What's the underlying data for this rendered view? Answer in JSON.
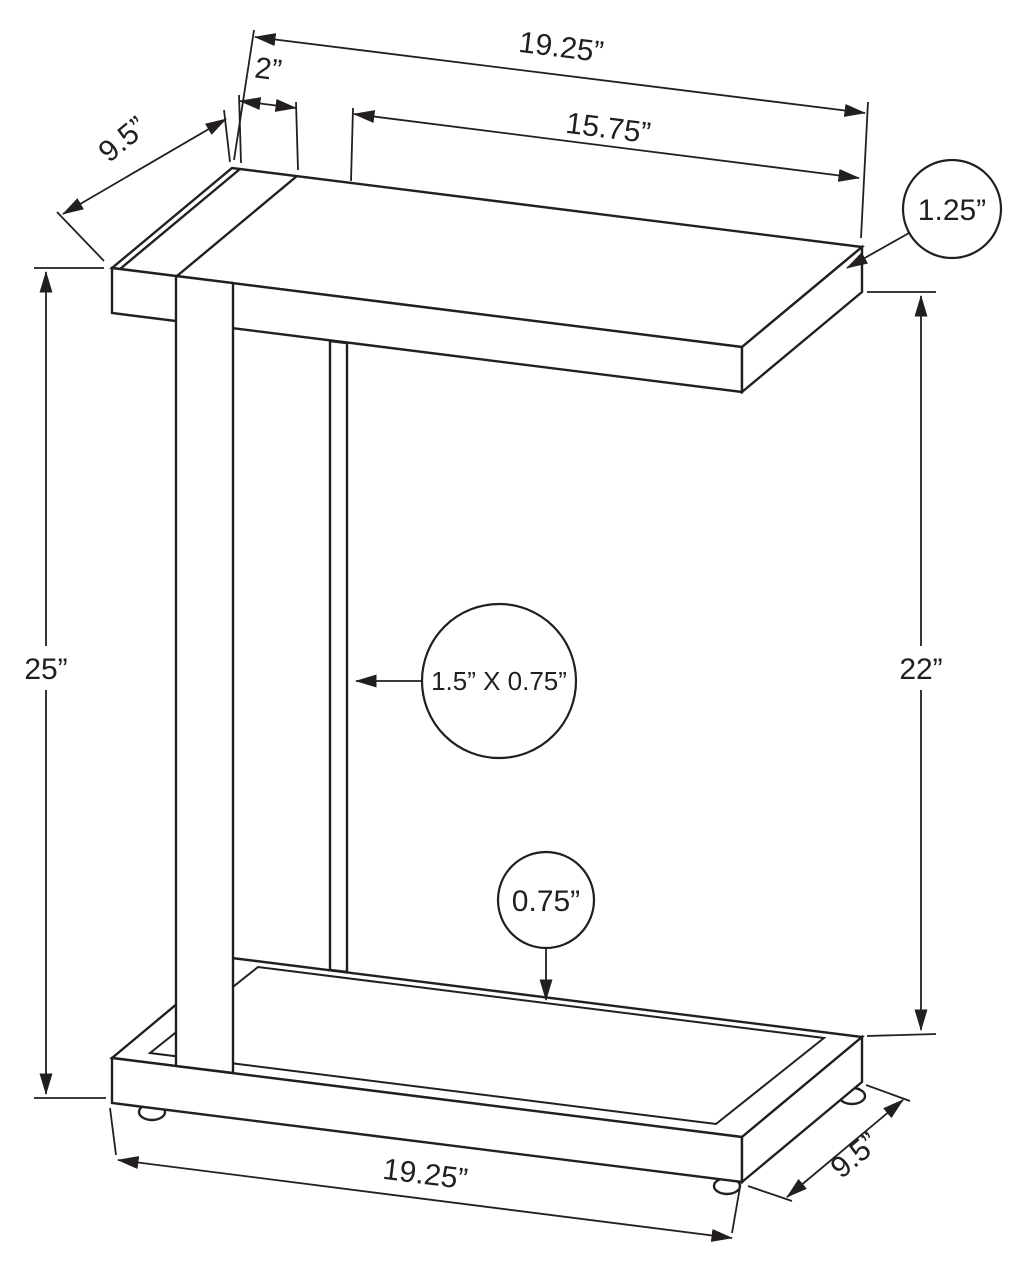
{
  "diagram": {
    "colors": {
      "line": "#231f20",
      "background": "#ffffff"
    },
    "labels": {
      "top_length": "19.25”",
      "top_offset": "2”",
      "top_clear_length": "15.75”",
      "top_depth": "9.5”",
      "top_thickness": "1.25”",
      "overall_height": "25”",
      "clear_height": "22”",
      "leg_section": "1.5” X 0.75”",
      "base_thickness": "0.75”",
      "base_length": "19.25”",
      "base_depth": "9.5”"
    }
  }
}
